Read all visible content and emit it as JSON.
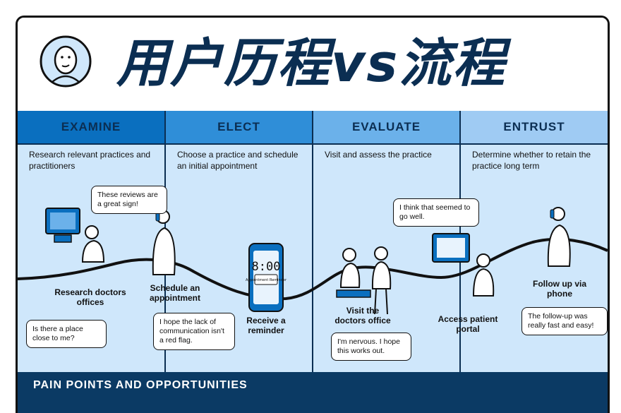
{
  "header": {
    "title": "用户历程vs流程"
  },
  "phases": [
    {
      "title": "EXAMINE",
      "description": "Research relevant practices and practitioners",
      "color": "#0a6fbf"
    },
    {
      "title": "ELECT",
      "description": "Choose a practice and schedule an initial appointment",
      "color": "#2f8ed8"
    },
    {
      "title": "EVALUATE",
      "description": "Visit and assess the practice",
      "color": "#6bb1ea"
    },
    {
      "title": "ENTRUST",
      "description": "Determine whether to retain the practice long term",
      "color": "#9fcbf3"
    }
  ],
  "steps": [
    {
      "label": "Research doctors offices"
    },
    {
      "label": "Schedule an appointment"
    },
    {
      "label": "Receive a reminder"
    },
    {
      "label": "Visit the doctors office"
    },
    {
      "label": "Access patient portal"
    },
    {
      "label": "Follow up via phone"
    }
  ],
  "bubbles": [
    {
      "text": "These reviews are a great sign!"
    },
    {
      "text": "Is there a place close to me?"
    },
    {
      "text": "I hope the lack of communication isn't a red flag."
    },
    {
      "text": "I think that seemed to go well."
    },
    {
      "text": "I'm nervous. I hope this works out."
    },
    {
      "text": "The follow-up was really fast and easy!"
    }
  ],
  "phone_screen": {
    "time": "8:00",
    "notification": "Appointment Reminder"
  },
  "footer": {
    "title": "PAIN POINTS AND OPPORTUNITIES"
  }
}
